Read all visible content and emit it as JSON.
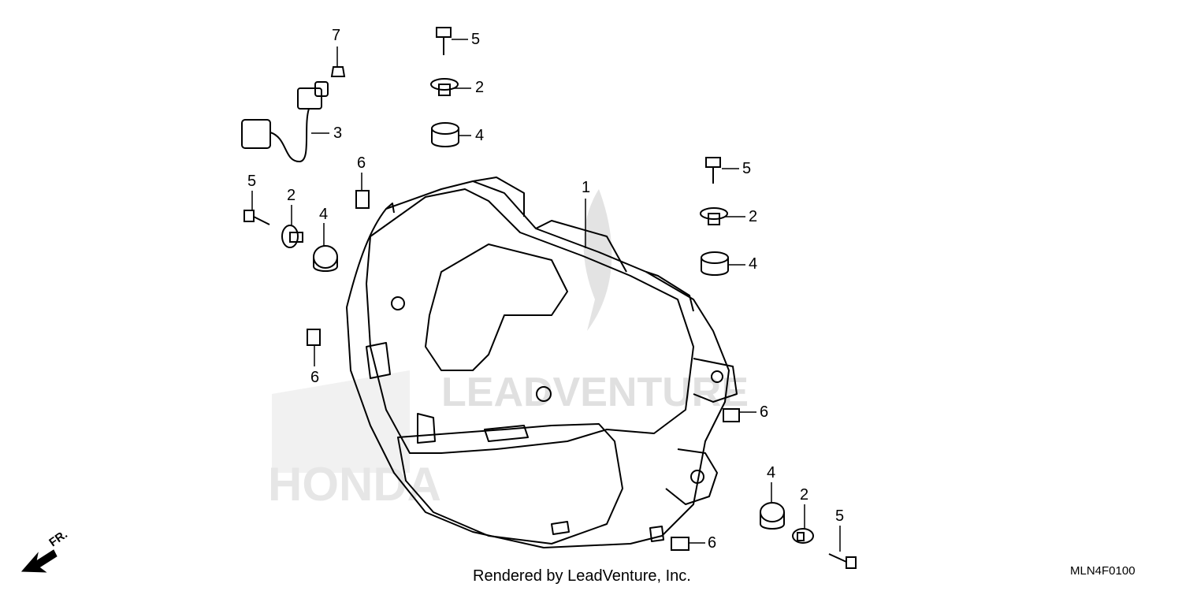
{
  "diagram": {
    "part_numbers": [
      "1",
      "2",
      "2",
      "2",
      "3",
      "4",
      "4",
      "4",
      "5",
      "5",
      "5",
      "5",
      "6",
      "6",
      "6",
      "6",
      "7"
    ],
    "callouts": {
      "headlight": "1",
      "collar_top": "2",
      "collar_left": "2",
      "collar_right": "2",
      "collar_bottom": "2",
      "wire_harness": "3",
      "grommet_top": "4",
      "grommet_left": "4",
      "grommet_right": "4",
      "grommet_bottom": "4",
      "bolt_top": "5",
      "bolt_left": "5",
      "bolt_right": "5",
      "bolt_bottom": "5",
      "clip_top": "6",
      "clip_left": "6",
      "clip_right": "6",
      "clip_bottom": "6",
      "bulb": "7"
    },
    "direction_label": "FR.",
    "credit": "Rendered by LeadVenture, Inc.",
    "code": "MLN4F0100"
  },
  "colors": {
    "line": "#000000",
    "watermark": "#d9d9d9"
  }
}
